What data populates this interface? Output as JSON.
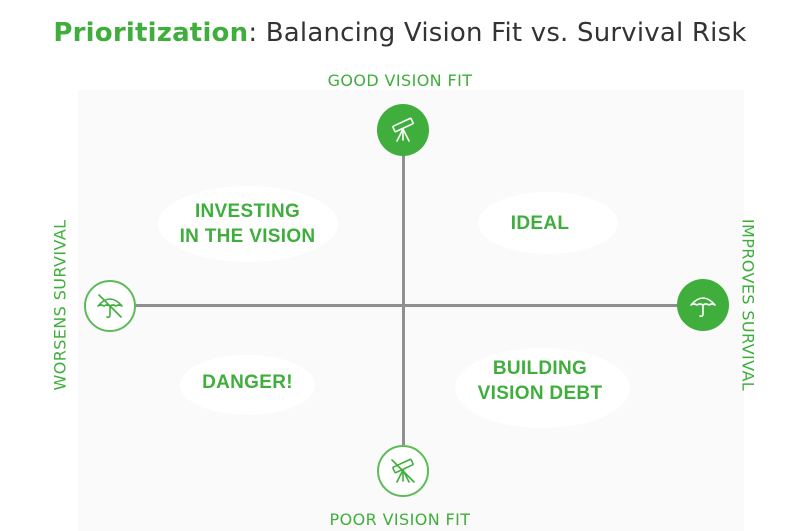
{
  "title": {
    "highlight": "Prioritization",
    "rest": ": Balancing Vision Fit vs. Survival Risk"
  },
  "axes": {
    "top": "GOOD VISION FIT",
    "bottom": "POOR VISION FIT",
    "left": "WORSENS SURVIVAL",
    "right": "IMPROVES SURVIVAL"
  },
  "quadrants": {
    "top_left": [
      "INVESTING",
      "IN THE VISION"
    ],
    "top_right": [
      "IDEAL"
    ],
    "bottom_left": [
      "DANGER!"
    ],
    "bottom_right": [
      "BUILDING",
      "VISION DEBT"
    ]
  },
  "icons": {
    "top": "telescope-icon",
    "bottom": "telescope-crossed-icon",
    "left": "umbrella-crossed-icon",
    "right": "umbrella-icon"
  },
  "colors": {
    "accent": "#3fae3c",
    "axis": "#8f8f8f",
    "title_text": "#333333"
  }
}
